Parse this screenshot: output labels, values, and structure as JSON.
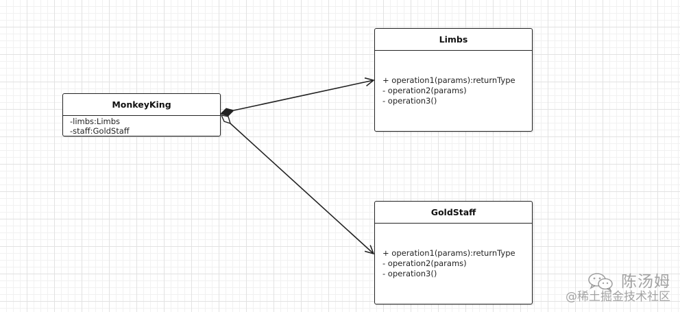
{
  "classes": {
    "monkey_king": {
      "name": "MonkeyKing",
      "attributes": [
        "-limbs:Limbs",
        "-staff:GoldStaff"
      ]
    },
    "limbs": {
      "name": "Limbs",
      "operations": [
        "+ operation1(params):returnType",
        "- operation2(params)",
        "- operation3()"
      ]
    },
    "gold_staff": {
      "name": "GoldStaff",
      "operations": [
        "+ operation1(params):returnType",
        "- operation2(params)",
        "- operation3()"
      ]
    }
  },
  "relations": [
    {
      "from": "MonkeyKing",
      "to": "Limbs",
      "type": "composition"
    },
    {
      "from": "MonkeyKing",
      "to": "GoldStaff",
      "type": "aggregation"
    }
  ],
  "watermark": {
    "author": "陈汤姆",
    "site": "@稀土掘金技术社区",
    "icon": "wechat-icon"
  },
  "colors": {
    "line": "#222222",
    "grid": "#e2e2e2",
    "watermark": "#5a5a5a"
  }
}
